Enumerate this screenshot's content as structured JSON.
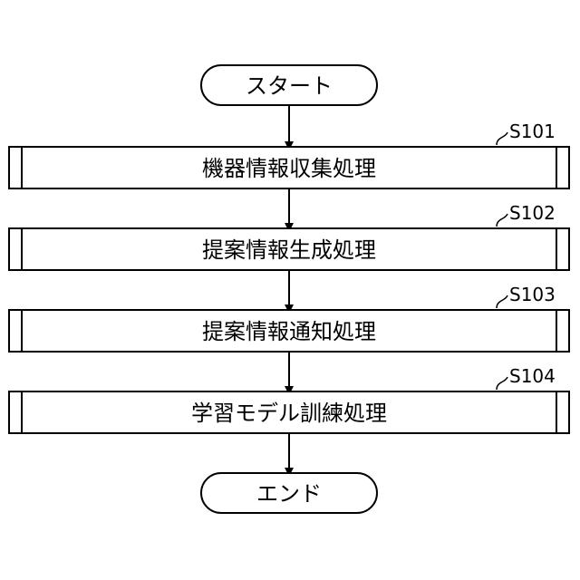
{
  "flowchart": {
    "start": {
      "label": "スタート"
    },
    "steps": [
      {
        "id": "S101",
        "label": "機器情報収集処理"
      },
      {
        "id": "S102",
        "label": "提案情報生成処理"
      },
      {
        "id": "S103",
        "label": "提案情報通知処理"
      },
      {
        "id": "S104",
        "label": "学習モデル訓練処理"
      }
    ],
    "end": {
      "label": "エンド"
    }
  },
  "colors": {
    "stroke": "#000000",
    "background": "#ffffff"
  }
}
